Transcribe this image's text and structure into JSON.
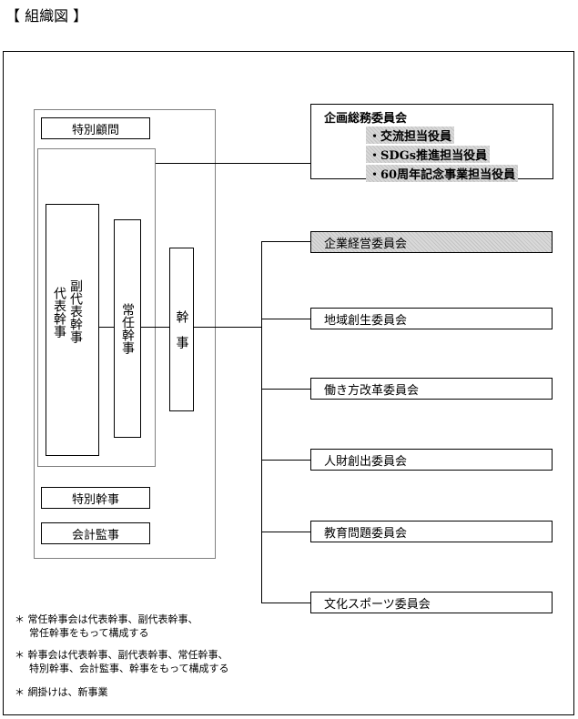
{
  "title": "【 組織図 】",
  "left_group": {
    "tokubetsu_komon": "特別顧問",
    "daihyo_kanji": "代表幹事",
    "fuku_daihyo_kanji": "副代表幹事",
    "jonin_kanji": "常任幹事",
    "kanji": "幹　事",
    "tokubetsu_kanji": "特別幹事",
    "kaikei_kanji": "会計監事"
  },
  "planning_committee": {
    "title": "企画総務委員会",
    "items": [
      "・交流担当役員",
      "・SDGs推進担当役員",
      "・60周年記念事業担当役員"
    ]
  },
  "committees": [
    {
      "label": "企業経営委員会",
      "shaded": true
    },
    {
      "label": "地域創生委員会",
      "shaded": false
    },
    {
      "label": "働き方改革委員会",
      "shaded": false
    },
    {
      "label": "人財創出委員会",
      "shaded": false
    },
    {
      "label": "教育問題委員会",
      "shaded": false
    },
    {
      "label": "文化スポーツ委員会",
      "shaded": false
    }
  ],
  "notes": [
    {
      "line1": "＊ 常任幹事会は代表幹事、副代表幹事、",
      "line2": "常任幹事をもって構成する"
    },
    {
      "line1": "＊ 幹事会は代表幹事、副代表幹事、常任幹事、",
      "line2": "特別幹事、会計監事、幹事をもって構成する"
    },
    {
      "line1": "＊ 網掛けは、新事業",
      "line2": ""
    }
  ],
  "colors": {
    "border": "#000000",
    "group_border": "#808080",
    "shade": "#d9d9d9"
  }
}
